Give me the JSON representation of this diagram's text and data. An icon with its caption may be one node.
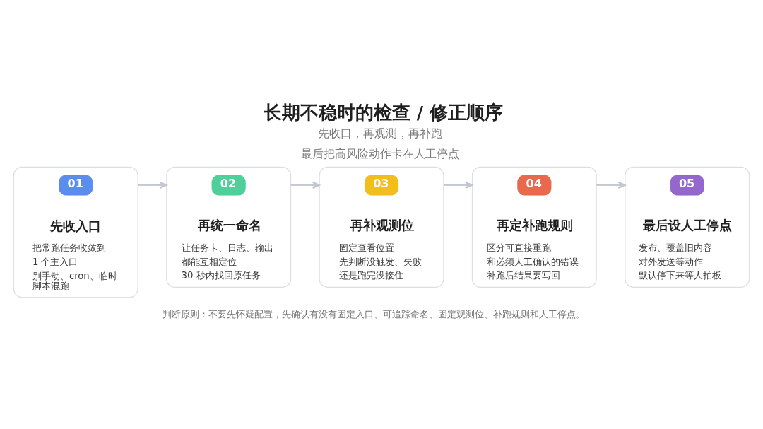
{
  "diagram": {
    "title": "长期不稳时的检查 / 修正顺序",
    "nodes": [
      {
        "text": [
          "先收入口",
          "把常跑任务收敛到",
          "1 个主入口",
          "别手动、cron、临时脚本混跑"
        ]
      },
      {
        "text": [
          "01"
        ],
        "in": 0
      },
      {
        "text": [
          "再统一命名",
          "让任务卡、日志、输出",
          "都能互相定位",
          "30 秒内找回原任务"
        ]
      },
      {
        "text": [
          "02"
        ],
        "in": 2
      },
      {
        "text": [
          "再补观测位",
          "固定查看位置",
          "先判断没触发、失败",
          "还是跑完没接住"
        ]
      },
      {
        "text": [
          "03"
        ],
        "in": 4
      },
      {
        "text": [
          "再定补跑规则",
          "区分可直接重跑",
          "和必须人工确认的错误",
          "补跑后结果要写回"
        ]
      },
      {
        "text": [
          "04"
        ],
        "in": 6
      },
      {
        "text": [
          "最后设人工停点",
          "发布、覆盖旧内容",
          "对外发送等动作",
          "默认停下来等人拍板"
        ]
      },
      {
        "text": [
          "05"
        ],
        "in": 8
      }
    ],
    "edges": [
      {
        "from": 0,
        "to": 2,
        "arrow": "to"
      },
      {
        "from": 2,
        "to": 4,
        "arrow": "to"
      },
      {
        "from": 4,
        "to": 6,
        "arrow": "to"
      },
      {
        "from": 6,
        "to": 8,
        "arrow": "to"
      }
    ],
    "labels": [
      "先收口，再观测，再补跑",
      "最后把高风险动作卡在人工停点",
      "判断原则：不要先怀疑配置，先确认有没有固定入口、可追踪命名、固定观测位、补跑规则和人工停点。"
    ]
  }
}
